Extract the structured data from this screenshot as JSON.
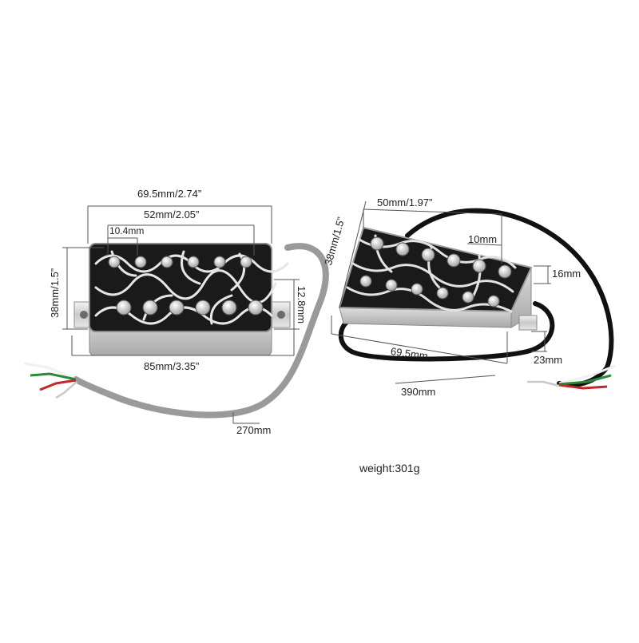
{
  "left_pickup": {
    "width_total": "69.5mm/2.74”",
    "pole_span": "52mm/2.05”",
    "pole_spacing": "10.4mm",
    "height": "38mm/1.5”",
    "depth": "12.8mm",
    "base_length": "85mm/3.35”",
    "cable_length": "270mm"
  },
  "right_pickup": {
    "pole_span": "50mm/1.97”",
    "height": "38mm/1.5”",
    "pole_spacing": "10mm",
    "side_height": "16mm",
    "length": "69.5mm",
    "foot_height": "23mm",
    "cable_length": "390mm"
  },
  "weight": "weight:301g",
  "colors": {
    "chrome": "#c8c8c8",
    "engraving_dark": "#1a1a1a",
    "cable_gray": "#9a9a9a",
    "cable_black": "#111111",
    "wire_red": "#c0282a",
    "wire_green": "#2a8a3a",
    "wire_white": "#f2f2f2"
  }
}
